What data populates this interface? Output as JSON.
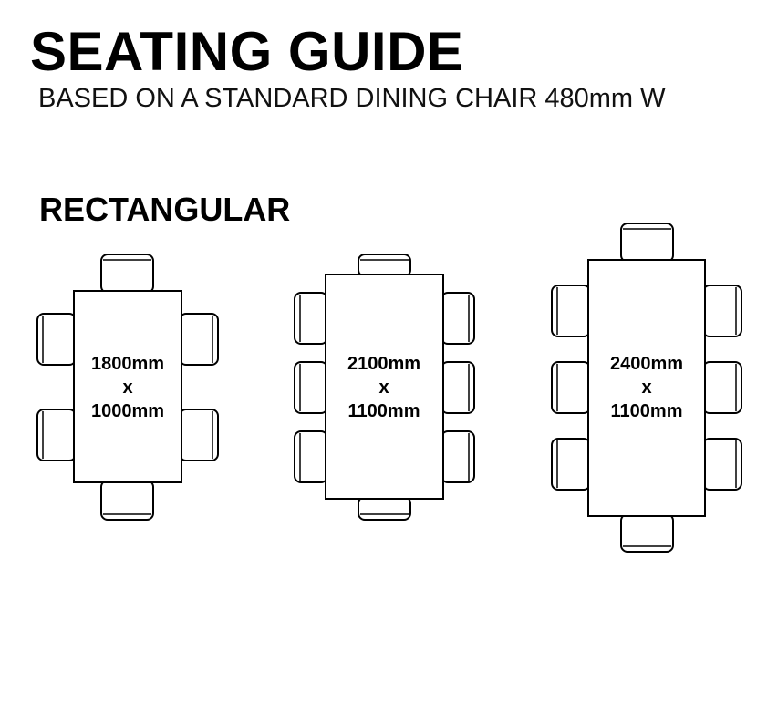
{
  "header": {
    "title": "SEATING GUIDE",
    "subtitle": "BASED ON A STANDARD DINING CHAIR 480mm W"
  },
  "section": {
    "title": "RECTANGULAR"
  },
  "tables": [
    {
      "length": "1800mm",
      "separator": "x",
      "width": "1000mm",
      "side_chairs_each_side": 2,
      "end_chairs_each_end": 1
    },
    {
      "length": "2100mm",
      "separator": "x",
      "width": "1100mm",
      "side_chairs_each_side": 3,
      "end_chairs_each_end": 1
    },
    {
      "length": "2400mm",
      "separator": "x",
      "width": "1100mm",
      "side_chairs_each_side": 3,
      "end_chairs_each_end": 1
    }
  ]
}
